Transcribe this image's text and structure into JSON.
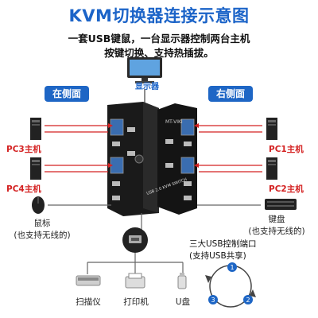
{
  "title": "KVM切换器连接示意图",
  "subtitle_line1": "一套USB键鼠，一台显示器控制两台主机",
  "subtitle_line2": "按键切换、支持热插拔。",
  "monitor_label": "显示器",
  "left_side_label": "在侧面",
  "right_side_label": "右侧面",
  "pcs": {
    "pc3": "PC3主机",
    "pc4": "PC4主机",
    "pc1": "PC1主机",
    "pc2": "PC2主机"
  },
  "mouse_label_line1": "鼠标",
  "mouse_label_line2": "(也支持无线的)",
  "keyboard_label_line1": "键盘",
  "keyboard_label_line2": "(也支持无线的)",
  "usb_ports_line1": "三大USB控制端口",
  "usb_ports_line2": "(支持USB共享)",
  "scanner_label": "扫描仪",
  "printer_label": "打印机",
  "udisk_label": "U盘",
  "badges": [
    "1",
    "2",
    "3"
  ],
  "device_text": "USB 2.0 KVM SWITCH",
  "colors": {
    "title": "#1c64c8",
    "red_line": "#d42222",
    "tag_bg": "#1e66c5",
    "device_body": "#1a1a1a"
  }
}
